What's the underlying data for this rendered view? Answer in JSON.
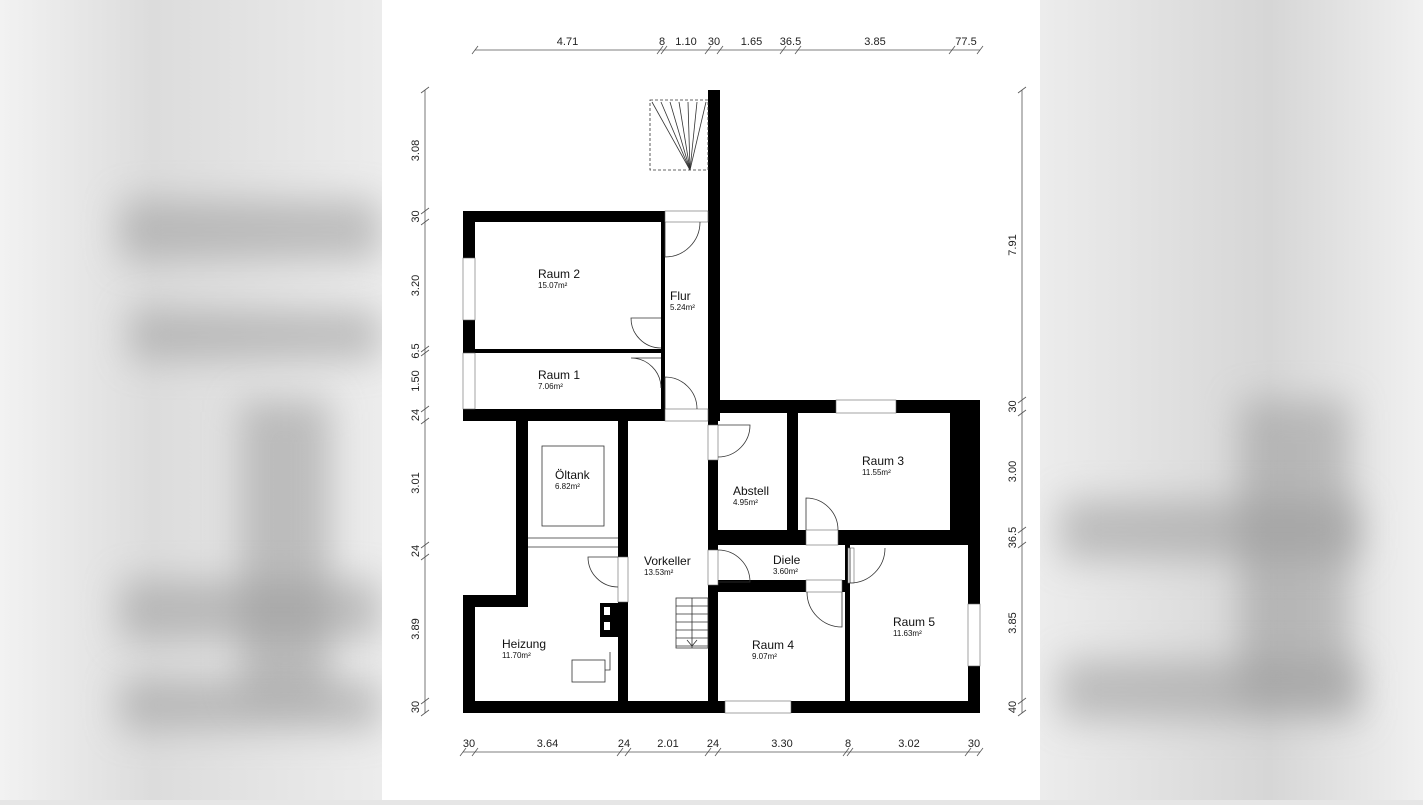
{
  "dimensions": {
    "top": [
      "4.71",
      "8",
      "1.10",
      "30",
      "1.65",
      "36.5",
      "3.85",
      "77.5"
    ],
    "bottom": [
      "30",
      "3.64",
      "24",
      "2.01",
      "24",
      "3.30",
      "8",
      "3.02",
      "30"
    ],
    "left": [
      "3.08",
      "30",
      "3.20",
      "6.5",
      "1.50",
      "24",
      "3.01",
      "24",
      "3.89",
      "30"
    ],
    "right": [
      "7.91",
      "30",
      "3.00",
      "36.5",
      "3.85",
      "40"
    ]
  },
  "rooms": [
    {
      "name": "Raum 2",
      "area": "15.07m²"
    },
    {
      "name": "Flur",
      "area": "5.24m²"
    },
    {
      "name": "Raum 1",
      "area": "7.06m²"
    },
    {
      "name": "Öltank",
      "area": "6.82m²"
    },
    {
      "name": "Vorkeller",
      "area": "13.53m²"
    },
    {
      "name": "Abstell",
      "area": "4.95m²"
    },
    {
      "name": "Raum 3",
      "area": "11.55m²"
    },
    {
      "name": "Diele",
      "area": "3.60m²"
    },
    {
      "name": "Raum 4",
      "area": "9.07m²"
    },
    {
      "name": "Raum 5",
      "area": "11.63m²"
    },
    {
      "name": "Heizung",
      "area": "11.70m²"
    }
  ],
  "colors": {
    "wall": "#000000",
    "background": "#ffffff",
    "line": "#555555"
  }
}
